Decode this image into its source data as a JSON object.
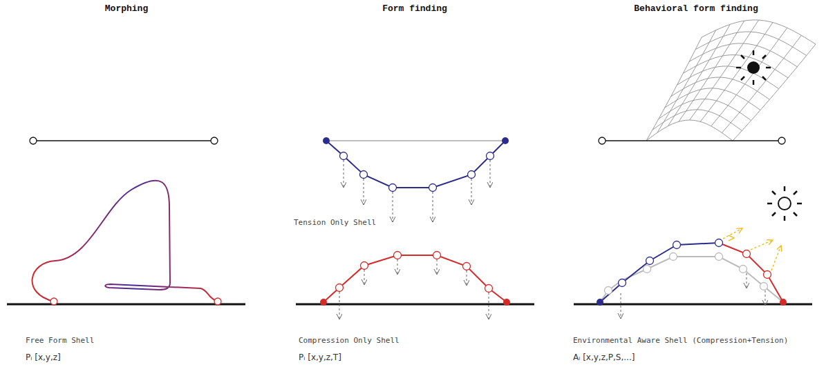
{
  "diagram": {
    "labels": [
      "Morphing",
      "Form finding",
      "Behavioral form finding",
      "Tension Only Shell",
      "Free Form Shell",
      "Pᵢ [x,y,z]",
      "Compression Only Shell",
      "Pᵢ [x,y,z,T]",
      "Environmental Aware Shell (Compression+Tension)",
      "Aᵢ [x,y,z,P,S,...]"
    ]
  }
}
